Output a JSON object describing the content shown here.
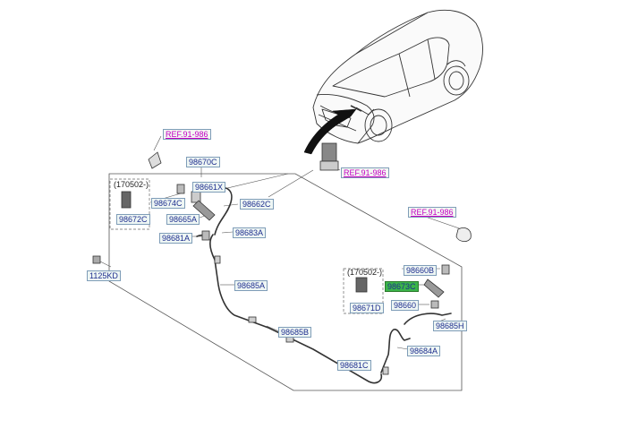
{
  "labels": {
    "ref_top": "REF.91-986",
    "p98670C": "98670C",
    "p98661X": "98661X",
    "p98674C": "98674C",
    "p98662C": "98662C",
    "p98665A": "98665A",
    "p98681A": "98681A",
    "p98683A": "98683A",
    "p98672C": "98672C",
    "p1125KD": "1125KD",
    "ref_mid": "REF.91-986",
    "ref_right": "REF.91-986",
    "p98685A": "98685A",
    "p98660B": "98660B",
    "p98673C": "98673C",
    "p98660": "98660",
    "p98671D": "98671D",
    "p98685H": "98685H",
    "p98685B": "98685B",
    "p98684A": "98684A",
    "p98681C": "98681C"
  },
  "codes": {
    "left_box": "(170502-)",
    "right_box": "(170502-)"
  },
  "colors": {
    "part_text": "#1f2f8f",
    "ref_text": "#c400c4",
    "highlight": "#3bb44a",
    "line": "#333333"
  }
}
